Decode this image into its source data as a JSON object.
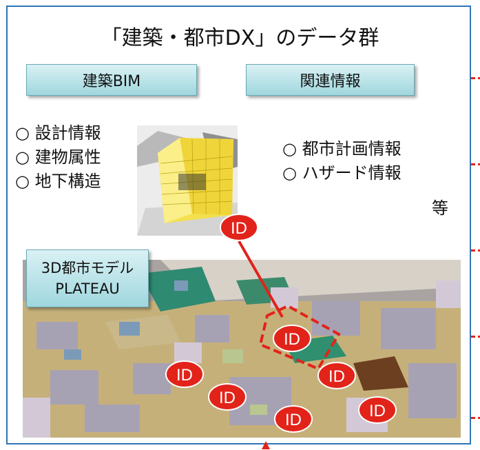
{
  "title": "「建築・都市DX」のデータ群",
  "buttons": {
    "bim": "建築BIM",
    "related": "関連情報",
    "plateau_line1": "3D都市モデル",
    "plateau_line2": "PLATEAU"
  },
  "bim_items": [
    "○ 設計情報",
    "○ 建物属性",
    "○ 地下構造"
  ],
  "related_items": [
    "○ 都市計画情報",
    "○ ハザード情報"
  ],
  "related_etc": "等",
  "id_label": "ID",
  "colors": {
    "frame": "#2e75b6",
    "id_marker": "#e2231a",
    "button_top": "#d9f1f4",
    "button_bottom": "#9fd7de"
  }
}
